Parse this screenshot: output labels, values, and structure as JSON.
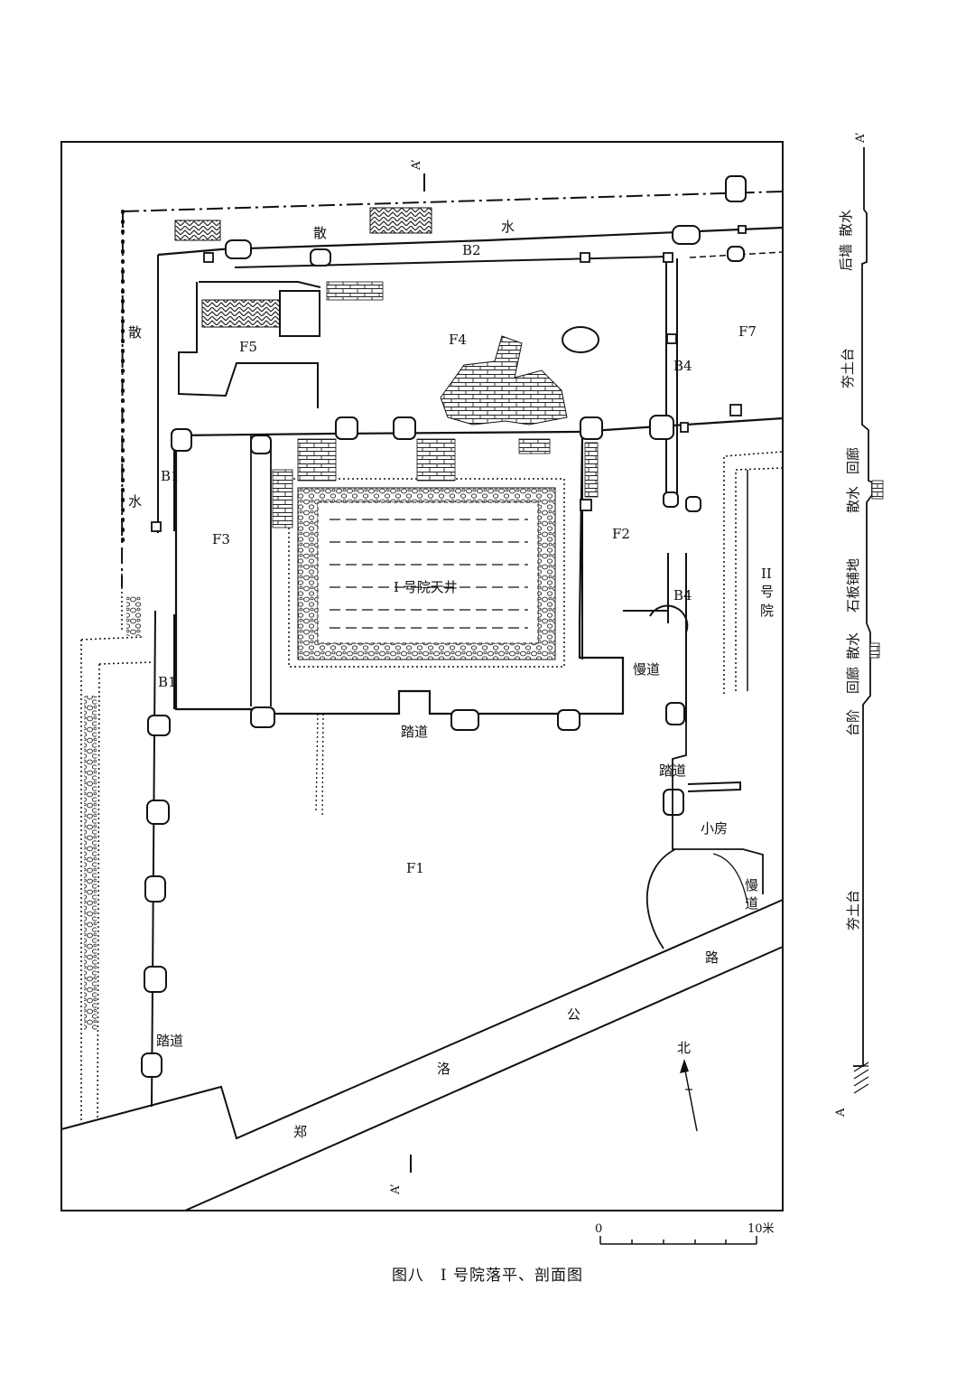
{
  "caption": "图八　I 号院落平、剖面图",
  "labels": {
    "a_prime_top": "A’",
    "a_prime_bottom": "A’",
    "a_section_top": "A’",
    "a_section_bottom": "A",
    "san_top": "散",
    "shui_top": "水",
    "san_left": "散",
    "shui_left": "水",
    "b2": "B2",
    "b1_upper": "B1",
    "b1_lower": "B1",
    "b4_upper": "B4",
    "b4_lower": "B4",
    "f1": "F1",
    "f2": "F2",
    "f3": "F3",
    "f4": "F4",
    "f5": "F5",
    "f7": "F7",
    "courtyard": "I 号院天井",
    "yard2_a": "II",
    "yard2_b": "号",
    "yard2_c": "院",
    "mandao_1": "慢道",
    "mandao_2a": "慢",
    "mandao_2b": "道",
    "tadao_1": "踏道",
    "tadao_2": "踏道",
    "tadao_3": "踏道",
    "xiaofang": "小房",
    "road_1": "郑",
    "road_2": "洛",
    "road_3": "公",
    "road_4": "路",
    "north": "北",
    "scale_zero": "0",
    "scale_ten": "10米"
  },
  "section_labels": {
    "houqiang": "后墙",
    "sanshui_1": "散水",
    "hangtutai_1": "夯土台",
    "huilang_1": "回廊",
    "sanshui_2": "散水",
    "shibanpudi": "石板铺地",
    "sanshui_3": "散水",
    "huilang_2": "回廊",
    "taijie": "台阶",
    "hangtutai_2": "夯土台"
  }
}
